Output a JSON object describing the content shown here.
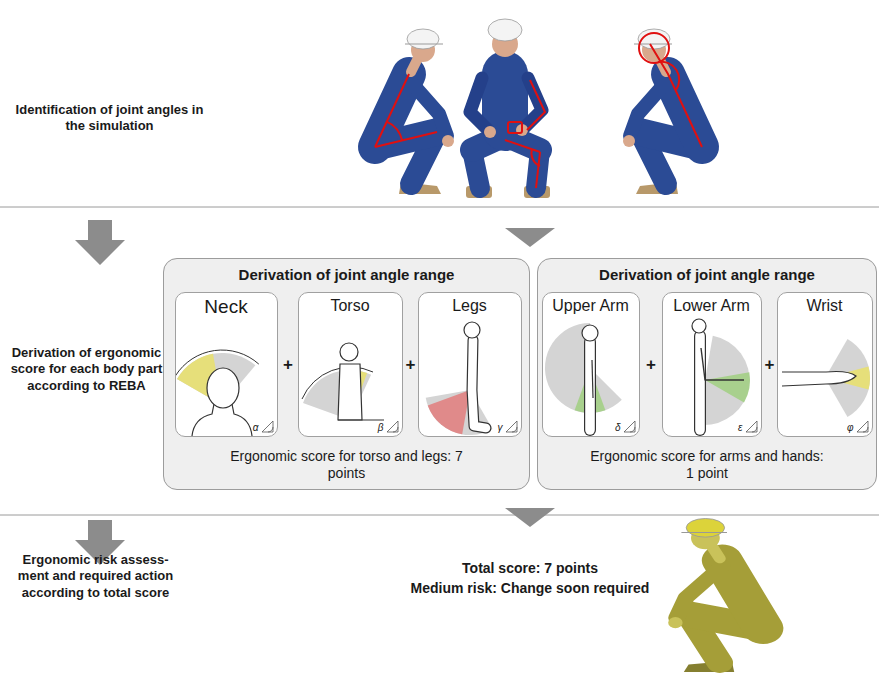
{
  "diagram": {
    "nodes": [
      {
        "text": [
          "Derivation of joint angle range",
          "Ergonomic score for torso and legs: 7 points"
        ]
      },
      {
        "text": [
          "Neck",
          "α"
        ],
        "in": 0
      },
      {
        "text": [
          "Torso",
          "β"
        ],
        "in": 0
      },
      {
        "text": [
          "Legs",
          "γ"
        ],
        "in": 0
      },
      {
        "text": [
          "Derivation of joint angle range",
          "Ergonomic score for arms and hands: 1 point"
        ]
      },
      {
        "text": [
          "Upper Arm",
          "δ"
        ],
        "in": 4
      },
      {
        "text": [
          "Lower Arm",
          "ε"
        ],
        "in": 4
      },
      {
        "text": [
          "Wrist",
          "φ"
        ],
        "in": 4
      }
    ],
    "labels": [
      "Identification of joint angles in the simulation",
      "Derivation of ergonomic score for each body part according to REBA",
      "+",
      "+",
      "+",
      "+",
      "Ergonomic risk assess- ment and required action according to total score",
      "Total score: 7 points",
      "Medium risk: Change soon required"
    ]
  }
}
